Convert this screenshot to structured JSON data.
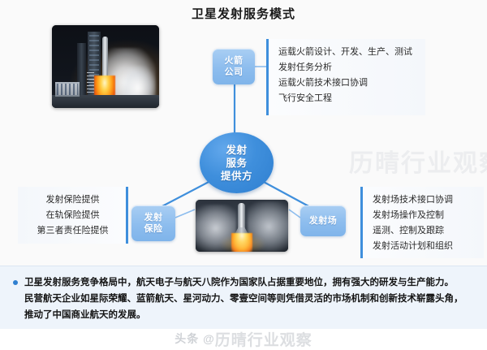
{
  "title": "卫星发射服务模式",
  "hub": {
    "label": "发射\n服务\n提供方",
    "color": "#3f8fdc"
  },
  "nodes": {
    "rocket_company": "火箭\n公司",
    "launch_insurance": "发射\n保险",
    "launch_site": "发射场"
  },
  "panels": {
    "rocket_company": {
      "lines": [
        "运载火箭设计、开发、生产、测试",
        "发射任务分析",
        "运载火箭技术接口协调",
        "飞行安全工程"
      ]
    },
    "launch_insurance": {
      "lines": [
        "发射保险提供",
        "在轨保险提供",
        "第三者责任险提供"
      ]
    },
    "launch_site": {
      "lines": [
        "发射场技术接口协调",
        "发射场操作及控制",
        "遥测、控制及跟踪",
        "发射活动计划和组织"
      ]
    }
  },
  "images": {
    "left_photo": "rocket-launch-pad-photo",
    "center_photo": "rocket-liftoff-photo"
  },
  "note": {
    "bullet": "bullet-icon",
    "line1": "卫星发射服务竞争格局中，航天电子与航天八院作为国家队占据重要地位，拥有强大的研发与生产能力。",
    "line2": "民营航天企业如星际荣耀、蓝箭航天、星河动力、零壹空间等则凭借灵活的市场机制和创新技术崭露头角，",
    "line3": "推动了中国商业航天的发展。"
  },
  "watermarks": {
    "center": "历晴行业观察",
    "footer_prefix": "头条 @",
    "footer_name": "历晴行业观察"
  }
}
